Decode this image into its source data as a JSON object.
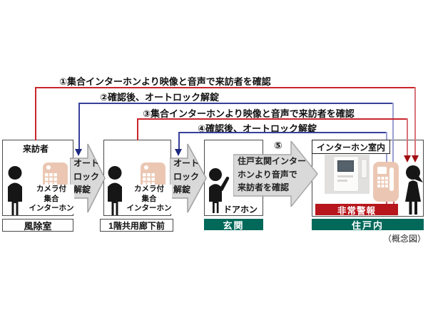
{
  "note": "（概念図）",
  "flow": {
    "step1": "①集合インターホンより映像と音声で来訪者を確認",
    "step2": "②確認後、オートロック解錠",
    "step3": "③集合インターホンより映像と音声で来訪者を確認",
    "step4": "④確認後、オートロック解錠",
    "step5_num": "⑤",
    "step5_lines": [
      "住戸玄関インター",
      "ホンより音声で",
      "来訪者を確認"
    ]
  },
  "autolock": [
    "オート",
    "ロック",
    "解錠"
  ],
  "stations": {
    "windbreak": {
      "visitor": "来訪者",
      "device": [
        "カメラ付",
        "集合",
        "インターホン"
      ],
      "zone": "風除室"
    },
    "corridor": {
      "device": [
        "カメラ付",
        "集合",
        "インターホン"
      ],
      "zone": "1階共用廊下前"
    },
    "entrance": {
      "device": "ドアホン",
      "zone": "玄関"
    },
    "dwelling": {
      "room": "インターホン室内",
      "alarm": "非常警報",
      "zone": "住戸内"
    }
  },
  "colors": {
    "confirm_line_red": "#c9262c",
    "unlock_line_blue": "#36409a",
    "zone_green": "#00695a",
    "alarm_red": "#b6161c",
    "device_pink": "#ebc7b3",
    "arrow_gray": "#d9d9d9"
  }
}
